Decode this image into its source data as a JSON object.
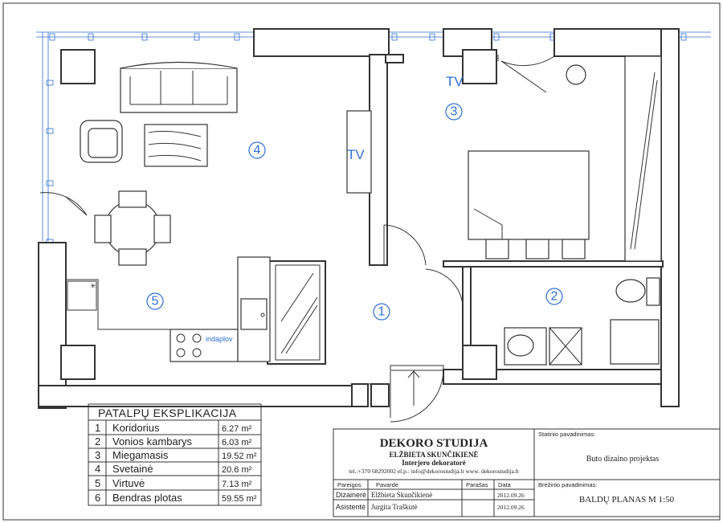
{
  "rooms": [
    {
      "no": "1",
      "name": "Koridorius",
      "area": "6.27 m²"
    },
    {
      "no": "2",
      "name": "Vonios kambarys",
      "area": "6.03 m²"
    },
    {
      "no": "3",
      "name": "Miegamasis",
      "area": "19.52 m²"
    },
    {
      "no": "4",
      "name": "Svetainė",
      "area": "20.6 m²"
    },
    {
      "no": "5",
      "name": "Virtuvė",
      "area": "7.13 m²"
    },
    {
      "no": "6",
      "name": "Bendras plotas",
      "area": "59.55 m²"
    }
  ],
  "legend_title": "PATALPŲ  EKSPLIKACIJA",
  "plan_labels": {
    "tv_living": "TV",
    "tv_bedroom": "TV",
    "dishwasher": "indaplov",
    "room_markers": [
      "1",
      "2",
      "3",
      "4",
      "5"
    ]
  },
  "studio": {
    "name": "DEKORO STUDIJA",
    "owner": "ELŽBIETA SKUNČIKIENĖ",
    "role": "Interjero dekoratorė",
    "contacts": "tel.:+370 68292002 el.p.: info@dekorostudija.lt www. dekorostudija.lt"
  },
  "title_block": {
    "header_position": "Pareigos",
    "header_surname": "Pavardė",
    "header_signature": "Parašas",
    "header_date": "Data",
    "rows": [
      {
        "position": "Dizainerė",
        "surname": "Elžbieta Skunčikienė",
        "date": "2012.09.26"
      },
      {
        "position": "Asistentė",
        "surname": "Jurgita Traškutė",
        "date": "2012.09.26"
      }
    ],
    "project_label": "Statinio pavadinimas:",
    "project_value": "Buto dizaino projektas",
    "drawing_label": "Brėžinio pavadinimas:",
    "drawing_value": "BALDŲ PLANAS M 1:50"
  },
  "colors": {
    "accent": "#2f6fd6",
    "line": "#333333"
  }
}
